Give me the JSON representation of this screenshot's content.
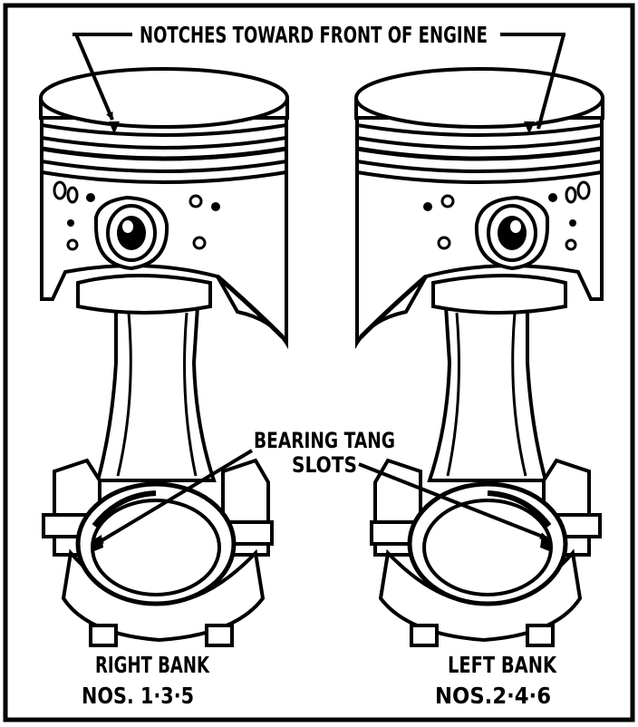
{
  "labels": {
    "notches": "NOTCHES TOWARD FRONT OF ENGINE",
    "bearing_line1": "BEARING TANG",
    "bearing_line2": "SLOTS",
    "right_bank": "RIGHT BANK",
    "right_nos": "NOS. 1·3·5",
    "left_bank": "LEFT BANK",
    "left_nos": "NOS.2·4·6"
  },
  "colors": {
    "ink": "#000000",
    "paper": "#ffffff"
  }
}
